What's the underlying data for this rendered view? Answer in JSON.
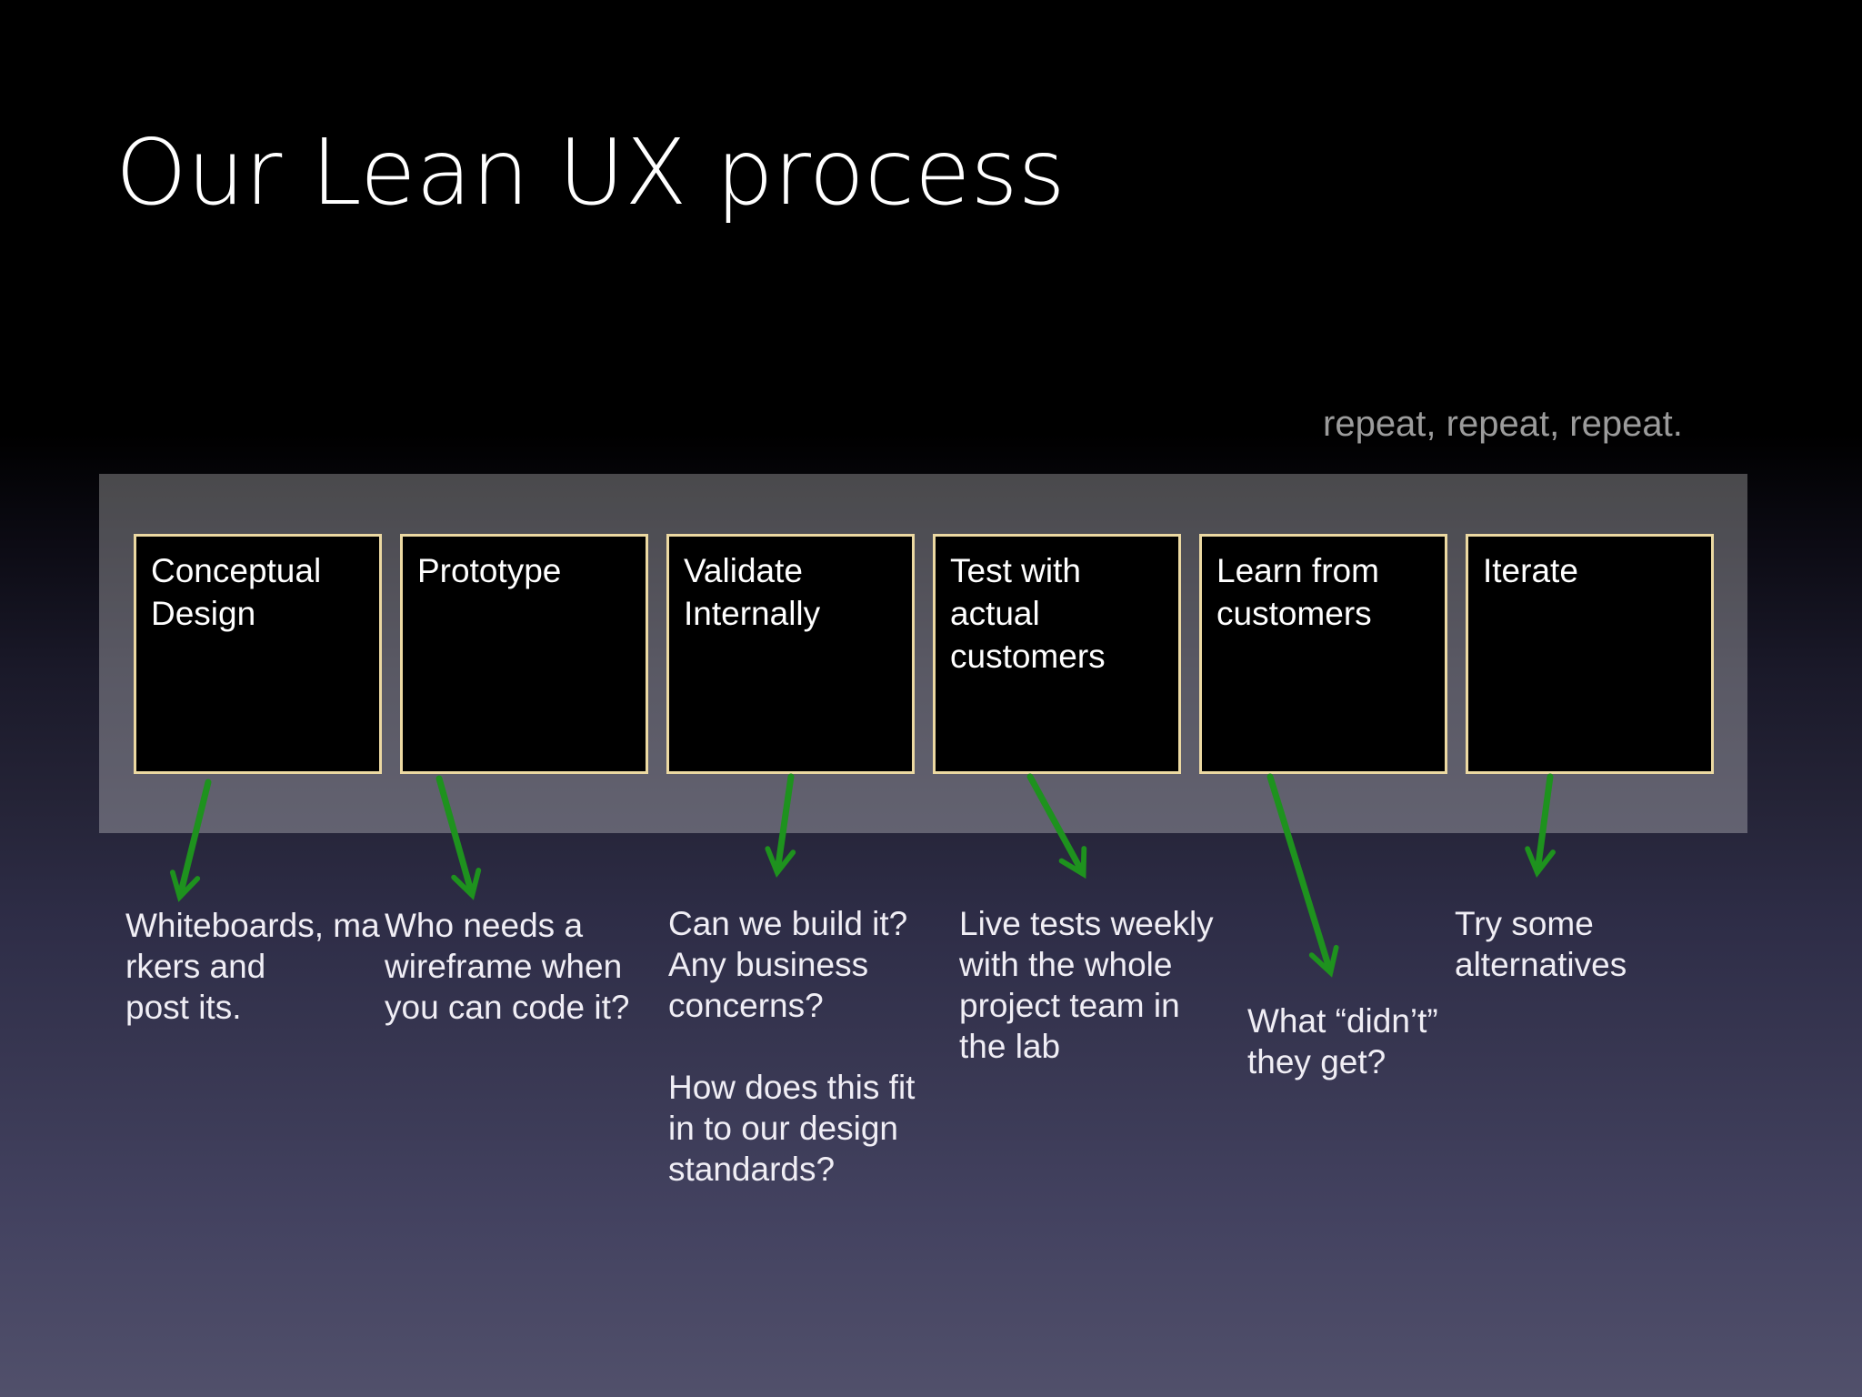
{
  "slide_title": "Our Lean UX process",
  "annotation": "repeat, repeat, repeat.",
  "process": {
    "steps": [
      {
        "id": "conceptual-design",
        "label": "Conceptual\nDesign",
        "note": "Whiteboards, ma\nrkers and\npost its."
      },
      {
        "id": "prototype",
        "label": "Prototype",
        "note": "Who needs a\nwireframe when\nyou can code it?"
      },
      {
        "id": "validate-internally",
        "label": "Validate\nInternally",
        "note": "Can we build it?\nAny business\nconcerns?\n\nHow does this fit\nin to our design\nstandards?"
      },
      {
        "id": "test-with-actual-customers",
        "label": "Test with\nactual\ncustomers",
        "note": "Live tests weekly\nwith the whole\nproject team in\nthe lab"
      },
      {
        "id": "learn-from-customers",
        "label": "Learn from\ncustomers",
        "note": "What “didn’t”\nthey get?"
      },
      {
        "id": "iterate",
        "label": "Iterate",
        "note": "Try some\nalternatives"
      }
    ]
  },
  "colors": {
    "arrow_green": "#1e921e",
    "box_border": "#ecd9a2",
    "box_fill": "#000000",
    "annotation_gray": "#9b9b9b",
    "text": "#f0eef5",
    "band_overlay": "rgba(255,255,255,0.28)"
  }
}
